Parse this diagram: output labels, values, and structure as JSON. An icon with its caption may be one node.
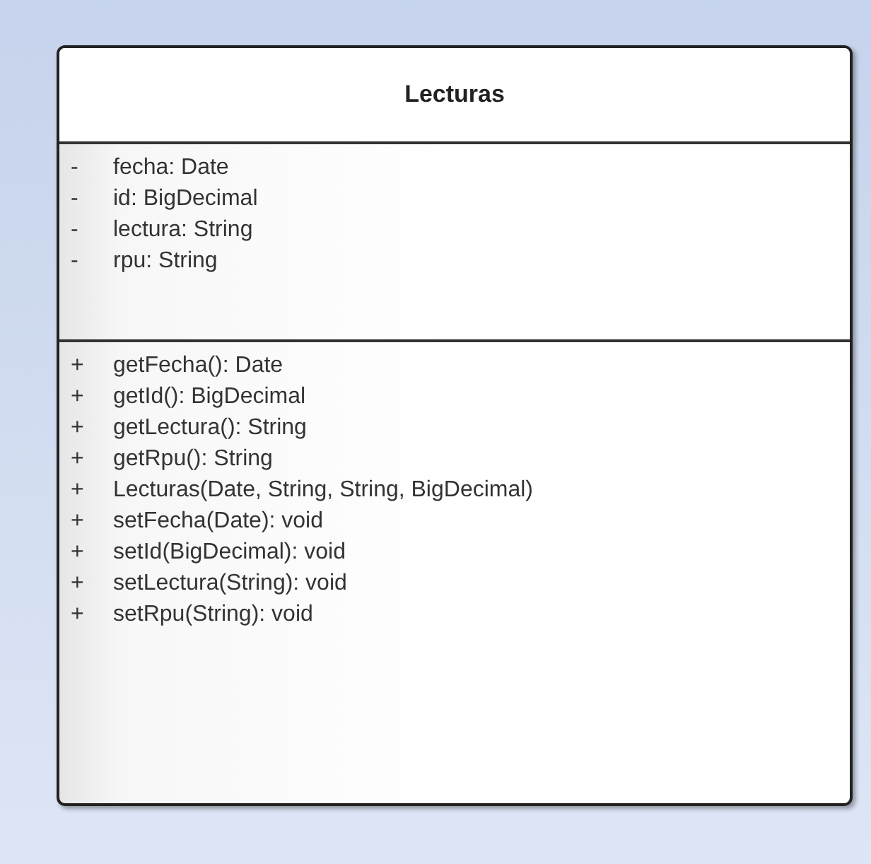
{
  "diagram": {
    "nodes": [
      {
        "text": [
          "Lecturas"
        ]
      },
      {
        "text": [
          "- fecha: Date",
          "- id: BigDecimal",
          "- lectura: String",
          "- rpu: String"
        ],
        "in": 0
      },
      {
        "text": [
          "+ getFecha(): Date",
          "+ getId(): BigDecimal",
          "+ getLectura(): String",
          "+ getRpu(): String",
          "+ Lecturas(Date, String, String, BigDecimal)",
          "+ setFecha(Date): void",
          "+ setId(BigDecimal): void",
          "+ setLectura(String): void",
          "+ setRpu(String): void"
        ],
        "in": 0
      }
    ]
  }
}
